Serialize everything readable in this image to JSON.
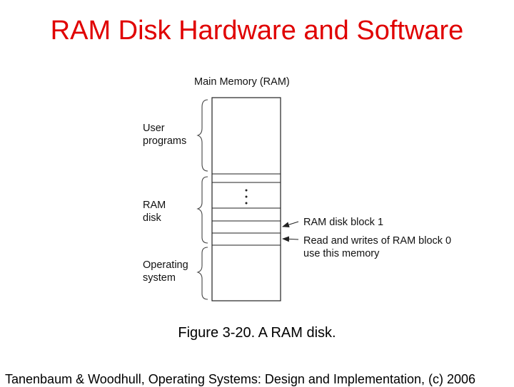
{
  "slide": {
    "title": "RAM Disk Hardware and Software",
    "title_color": "#e00000",
    "caption": "Figure 3-20. A RAM disk.",
    "footer": "Tanenbaum & Woodhull, Operating Systems: Design and Implementation, (c) 2006"
  },
  "diagram": {
    "memory_label": "Main Memory (RAM)",
    "regions": {
      "user_programs_line1": "User",
      "user_programs_line2": "programs",
      "ram_disk_line1": "RAM",
      "ram_disk_line2": "disk",
      "operating_system_line1": "Operating",
      "operating_system_line2": "system"
    },
    "annotations": {
      "block1": "RAM disk block 1",
      "block0_line1": "Read and writes of RAM block 0",
      "block0_line2": "use this memory"
    },
    "ellipsis": "⋮"
  }
}
